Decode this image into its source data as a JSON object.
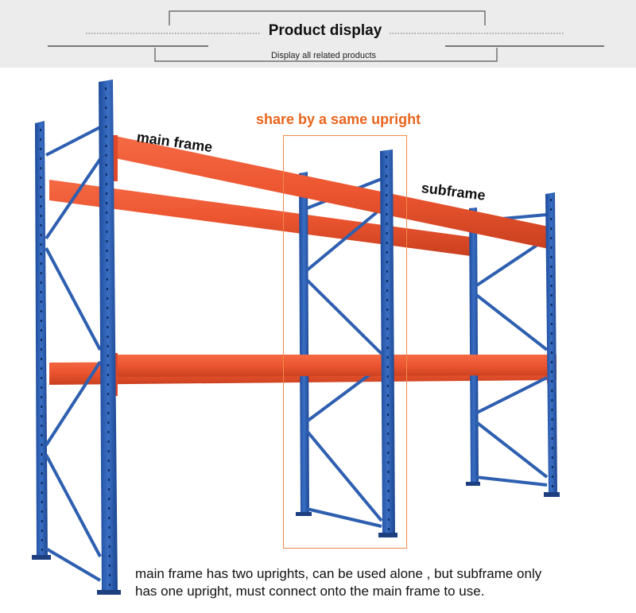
{
  "header": {
    "title": "Product display",
    "subtitle": "Display  all related products"
  },
  "labels": {
    "main_frame": "main frame",
    "subframe": "subframe",
    "shared_upright": "share by a same upright"
  },
  "caption": {
    "line1": "main frame has two uprights, can be used alone , but subframe only",
    "line2": "has one upright, must connect onto the main frame to use."
  },
  "colors": {
    "upright": "#2e5fb0",
    "beam": "#ee5a34",
    "highlight_box": "#f08a4b",
    "highlight_text": "#e8651d",
    "header_bg": "#ececec"
  }
}
